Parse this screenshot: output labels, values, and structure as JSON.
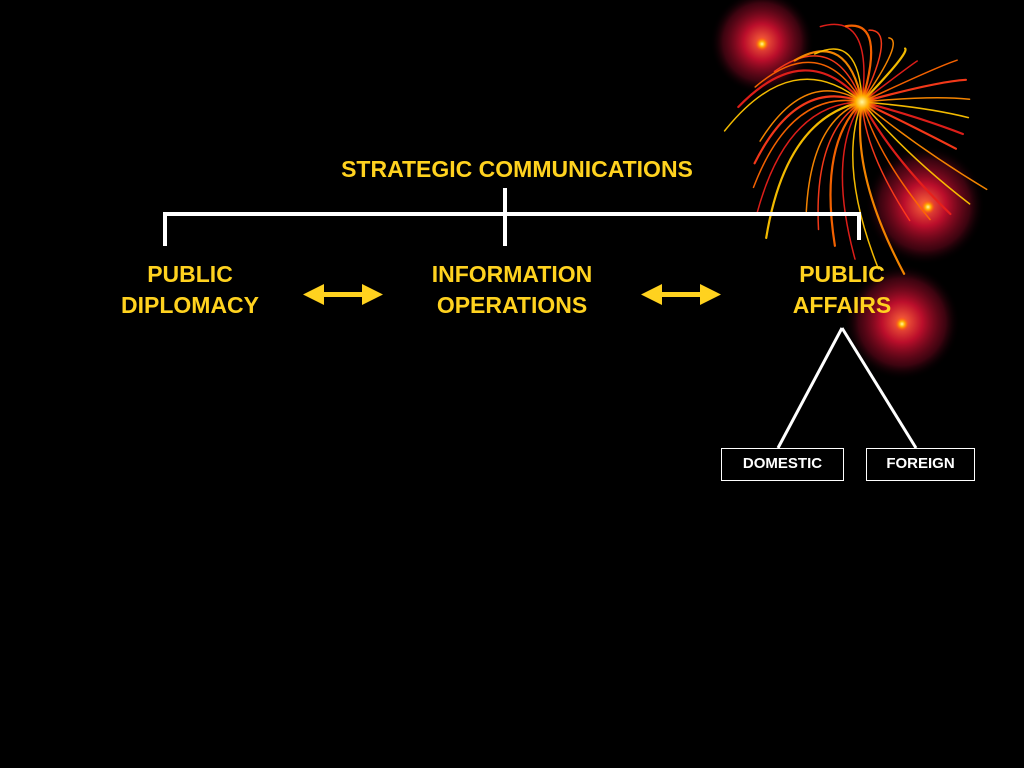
{
  "diagram": {
    "title": "STRATEGIC COMMUNICATIONS",
    "nodes": [
      {
        "id": "public-diplomacy",
        "lines": [
          "PUBLIC",
          "DIPLOMACY"
        ]
      },
      {
        "id": "information-operations",
        "lines": [
          "INFORMATION",
          "OPERATIONS"
        ]
      },
      {
        "id": "public-affairs",
        "lines": [
          "PUBLIC",
          "AFFAIRS"
        ]
      }
    ],
    "sub_nodes": [
      {
        "id": "domestic",
        "label": "DOMESTIC"
      },
      {
        "id": "foreign",
        "label": "FOREIGN"
      }
    ],
    "edges": [
      {
        "from": "public-diplomacy",
        "to": "information-operations",
        "type": "double-arrow"
      },
      {
        "from": "information-operations",
        "to": "public-affairs",
        "type": "double-arrow"
      },
      {
        "from": "public-affairs",
        "to": "domestic",
        "type": "line"
      },
      {
        "from": "public-affairs",
        "to": "foreign",
        "type": "line"
      }
    ]
  },
  "colors": {
    "background": "#000000",
    "label": "#ffd21f",
    "connector": "#ffffff",
    "arrow": "#ffd21f"
  },
  "decoration": "fireworks-burst-graphic"
}
